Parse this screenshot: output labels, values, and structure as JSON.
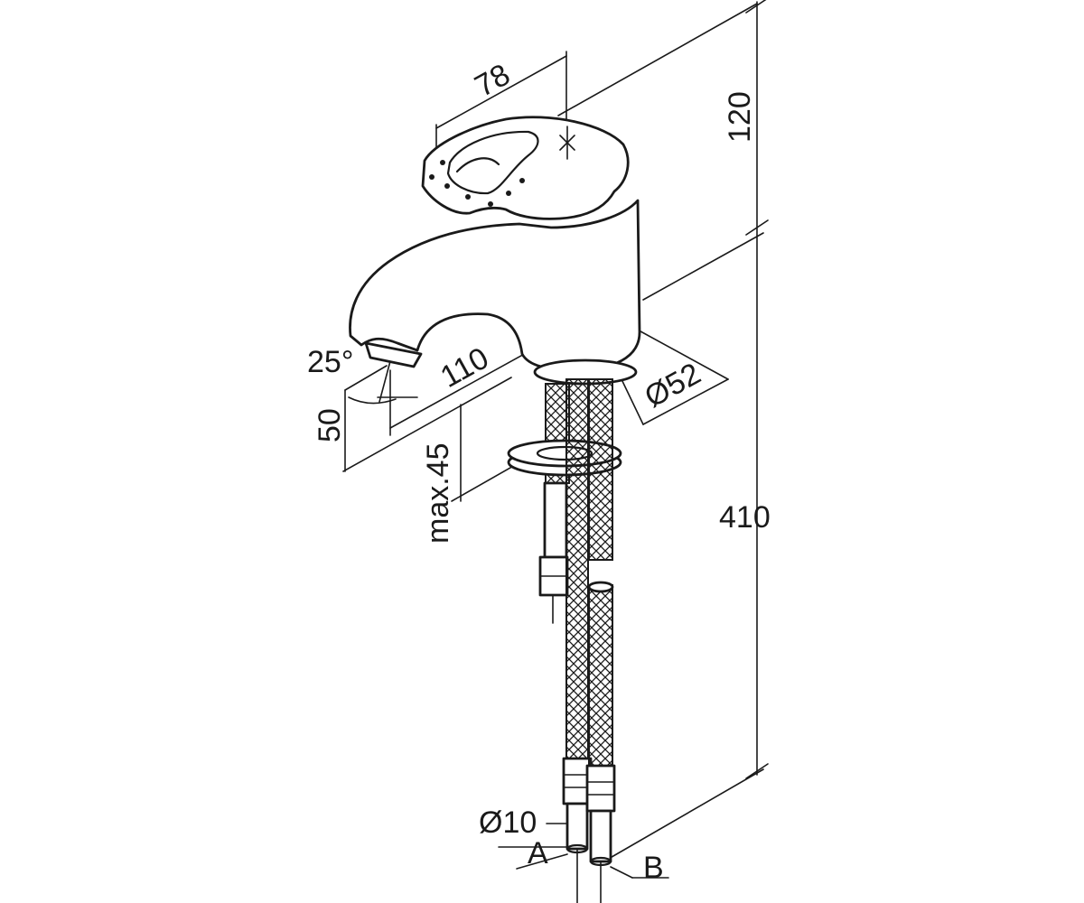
{
  "dimensions": {
    "handle_length": "78",
    "top_height": "120",
    "total_height": "410",
    "spout_reach": "110",
    "spout_angle": "25°",
    "spout_height": "50",
    "max_thickness": "max.45",
    "base_diameter": "Ø52",
    "hose_diameter": "Ø10",
    "hose_a": "A",
    "hose_b": "B"
  }
}
